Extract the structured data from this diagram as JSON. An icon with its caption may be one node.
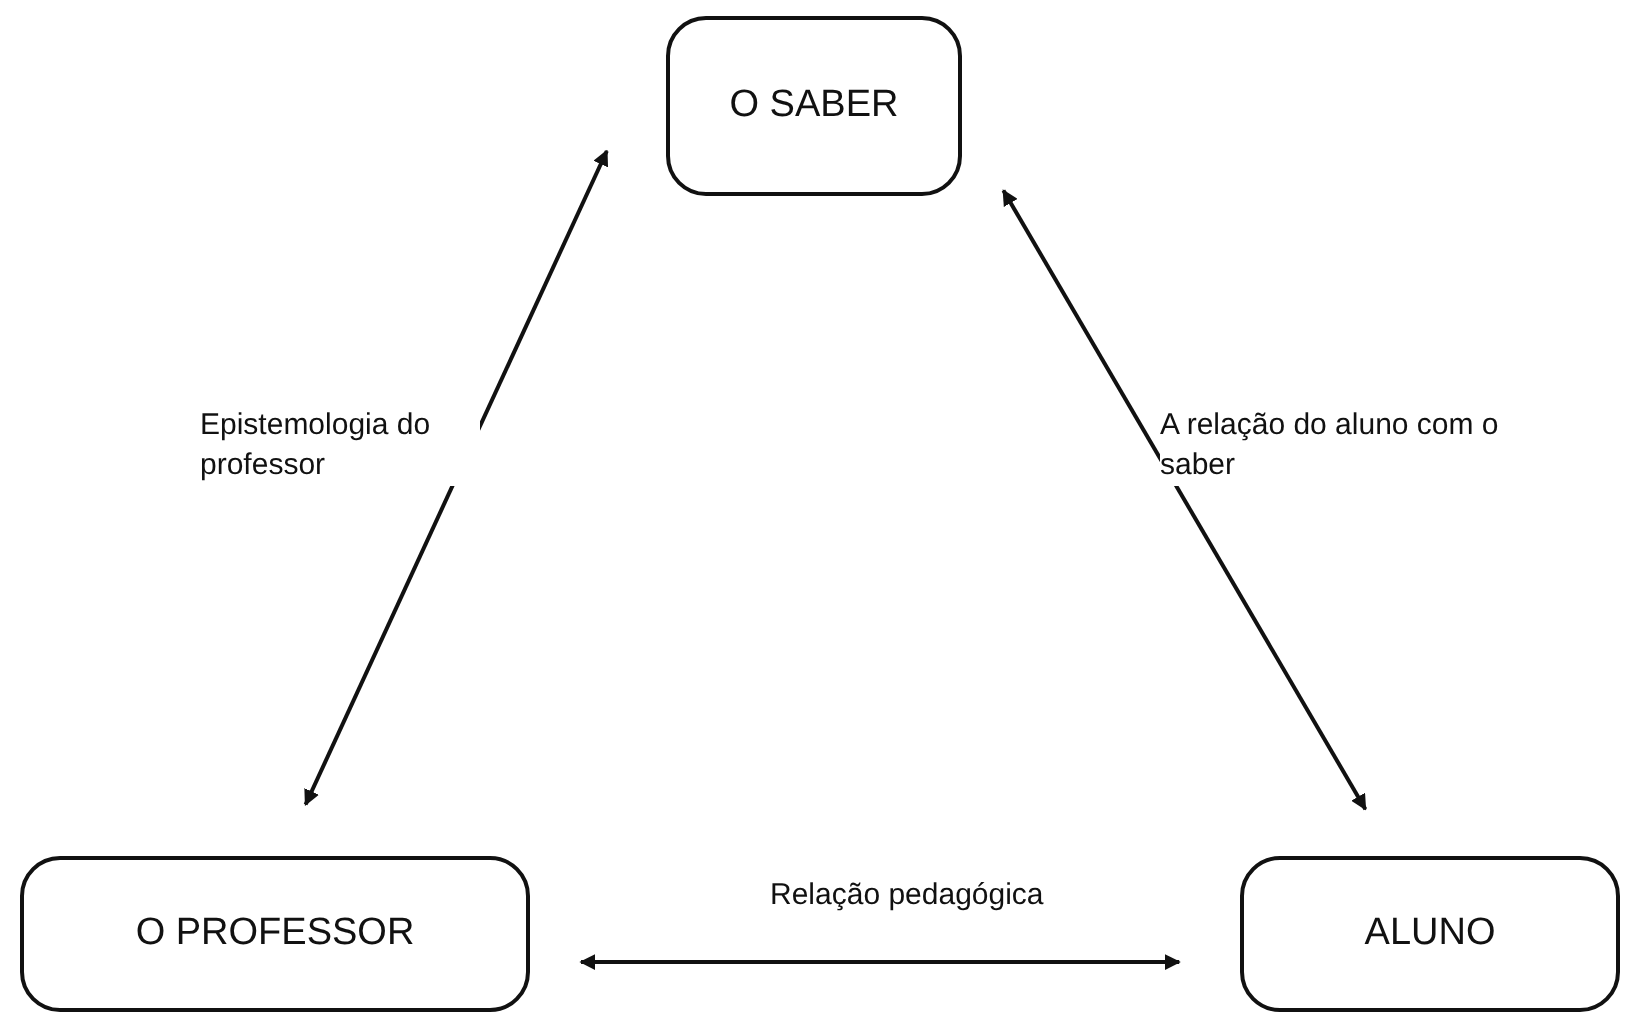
{
  "diagram": {
    "nodes": [
      {
        "text": [
          "O SABER"
        ]
      },
      {
        "text": [
          "O PROFESSOR"
        ]
      },
      {
        "text": [
          "ALUNO"
        ]
      }
    ],
    "edges": [
      {
        "from": 1,
        "to": 0,
        "arrow": "both",
        "label": "Epistemologia do professor"
      },
      {
        "from": 0,
        "to": 2,
        "arrow": "both",
        "label": "A relação do aluno com o saber"
      },
      {
        "from": 1,
        "to": 2,
        "arrow": "both",
        "label": "Relação pedagógica"
      }
    ]
  }
}
